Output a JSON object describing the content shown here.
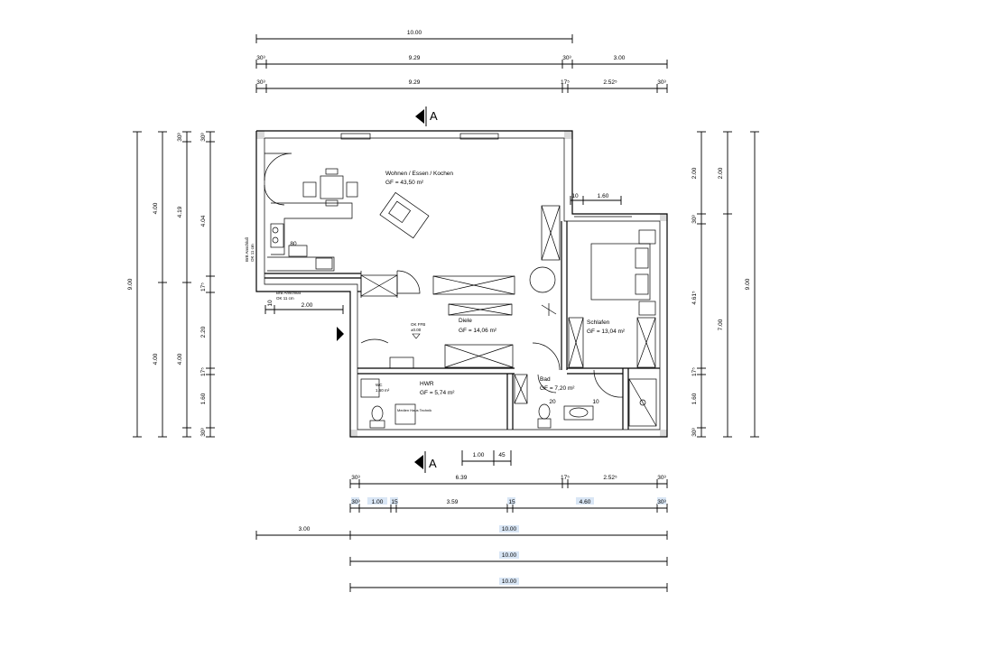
{
  "dims_top": {
    "r1": "10.00",
    "r2_a": "30³",
    "r2_b": "9.29",
    "r2_c": "30³",
    "r2_d": "3.00",
    "r3_a": "30³",
    "r3_b": "9.29",
    "r3_c": "17⁵",
    "r3_d": "2.52⁵",
    "r3_e": "30³"
  },
  "dims_left": {
    "total": "9.00",
    "h_a": "4.00",
    "h_b": "4.00",
    "i_a": "4.19",
    "i_b": "4.00",
    "j_a": "4.04",
    "j_b": "2.20",
    "j_c": "1.60",
    "w_a": "30³",
    "w_b": "30³",
    "w_c": "30³",
    "w_d": "17⁵",
    "w_e": "17⁵"
  },
  "dims_right": {
    "total": "9.00",
    "a": "2.00",
    "b": "2.00",
    "c": "4.61⁵",
    "d": "7.00",
    "e": "1.60",
    "w_a": "30³",
    "w_b": "30³",
    "w_c": "17⁵"
  },
  "dims_bottom": {
    "r1_a": "30³",
    "r1_b": "6.39",
    "r1_c": "17⁵",
    "r1_d": "2.52⁵",
    "r1_e": "30³",
    "r2_a": "30³",
    "r2_b": "1.00",
    "r2_c": "15",
    "r2_d": "3.59",
    "r2_e": "15",
    "r2_f": "4.60",
    "r2_g": "30³",
    "r3_a": "3.00",
    "r3_b": "10.00",
    "r4": "10.00",
    "r5": "10.00",
    "small_a": "1.00",
    "small_b": "45"
  },
  "interior_dims": {
    "d10a": "10",
    "d160": "1.60",
    "d80": "80",
    "d200": "2.00",
    "d10b": "10",
    "d20": "20",
    "d10c": "10"
  },
  "section": {
    "label_top": "A",
    "label_bottom": "A"
  },
  "rooms": {
    "wohnen_name": "Wohnen / Essen / Kochen",
    "wohnen_area": "GF = 43,50 m²",
    "diele_name": "Diele",
    "diele_area": "GF = 14,06 m²",
    "schlafen_name": "Schlafen",
    "schlafen_area": "GF = 13,04 m²",
    "hwr_name": "HWR",
    "hwr_area": "GF = 5,74 m²",
    "bad_name": "Bad",
    "bad_area": "GF = 7,20 m²"
  },
  "notes": {
    "brh_a": "BrB Anschluß",
    "brh_a_b": "OK 11 cm",
    "brh_b": "BrB Anschluß",
    "brh_b_b": "OK 11 cm",
    "level": "±0.00",
    "level_b": "OK FFB",
    "wc": "WC",
    "wc_b": "1.60 m²",
    "hwr_note": "Medien Haus Technik"
  }
}
